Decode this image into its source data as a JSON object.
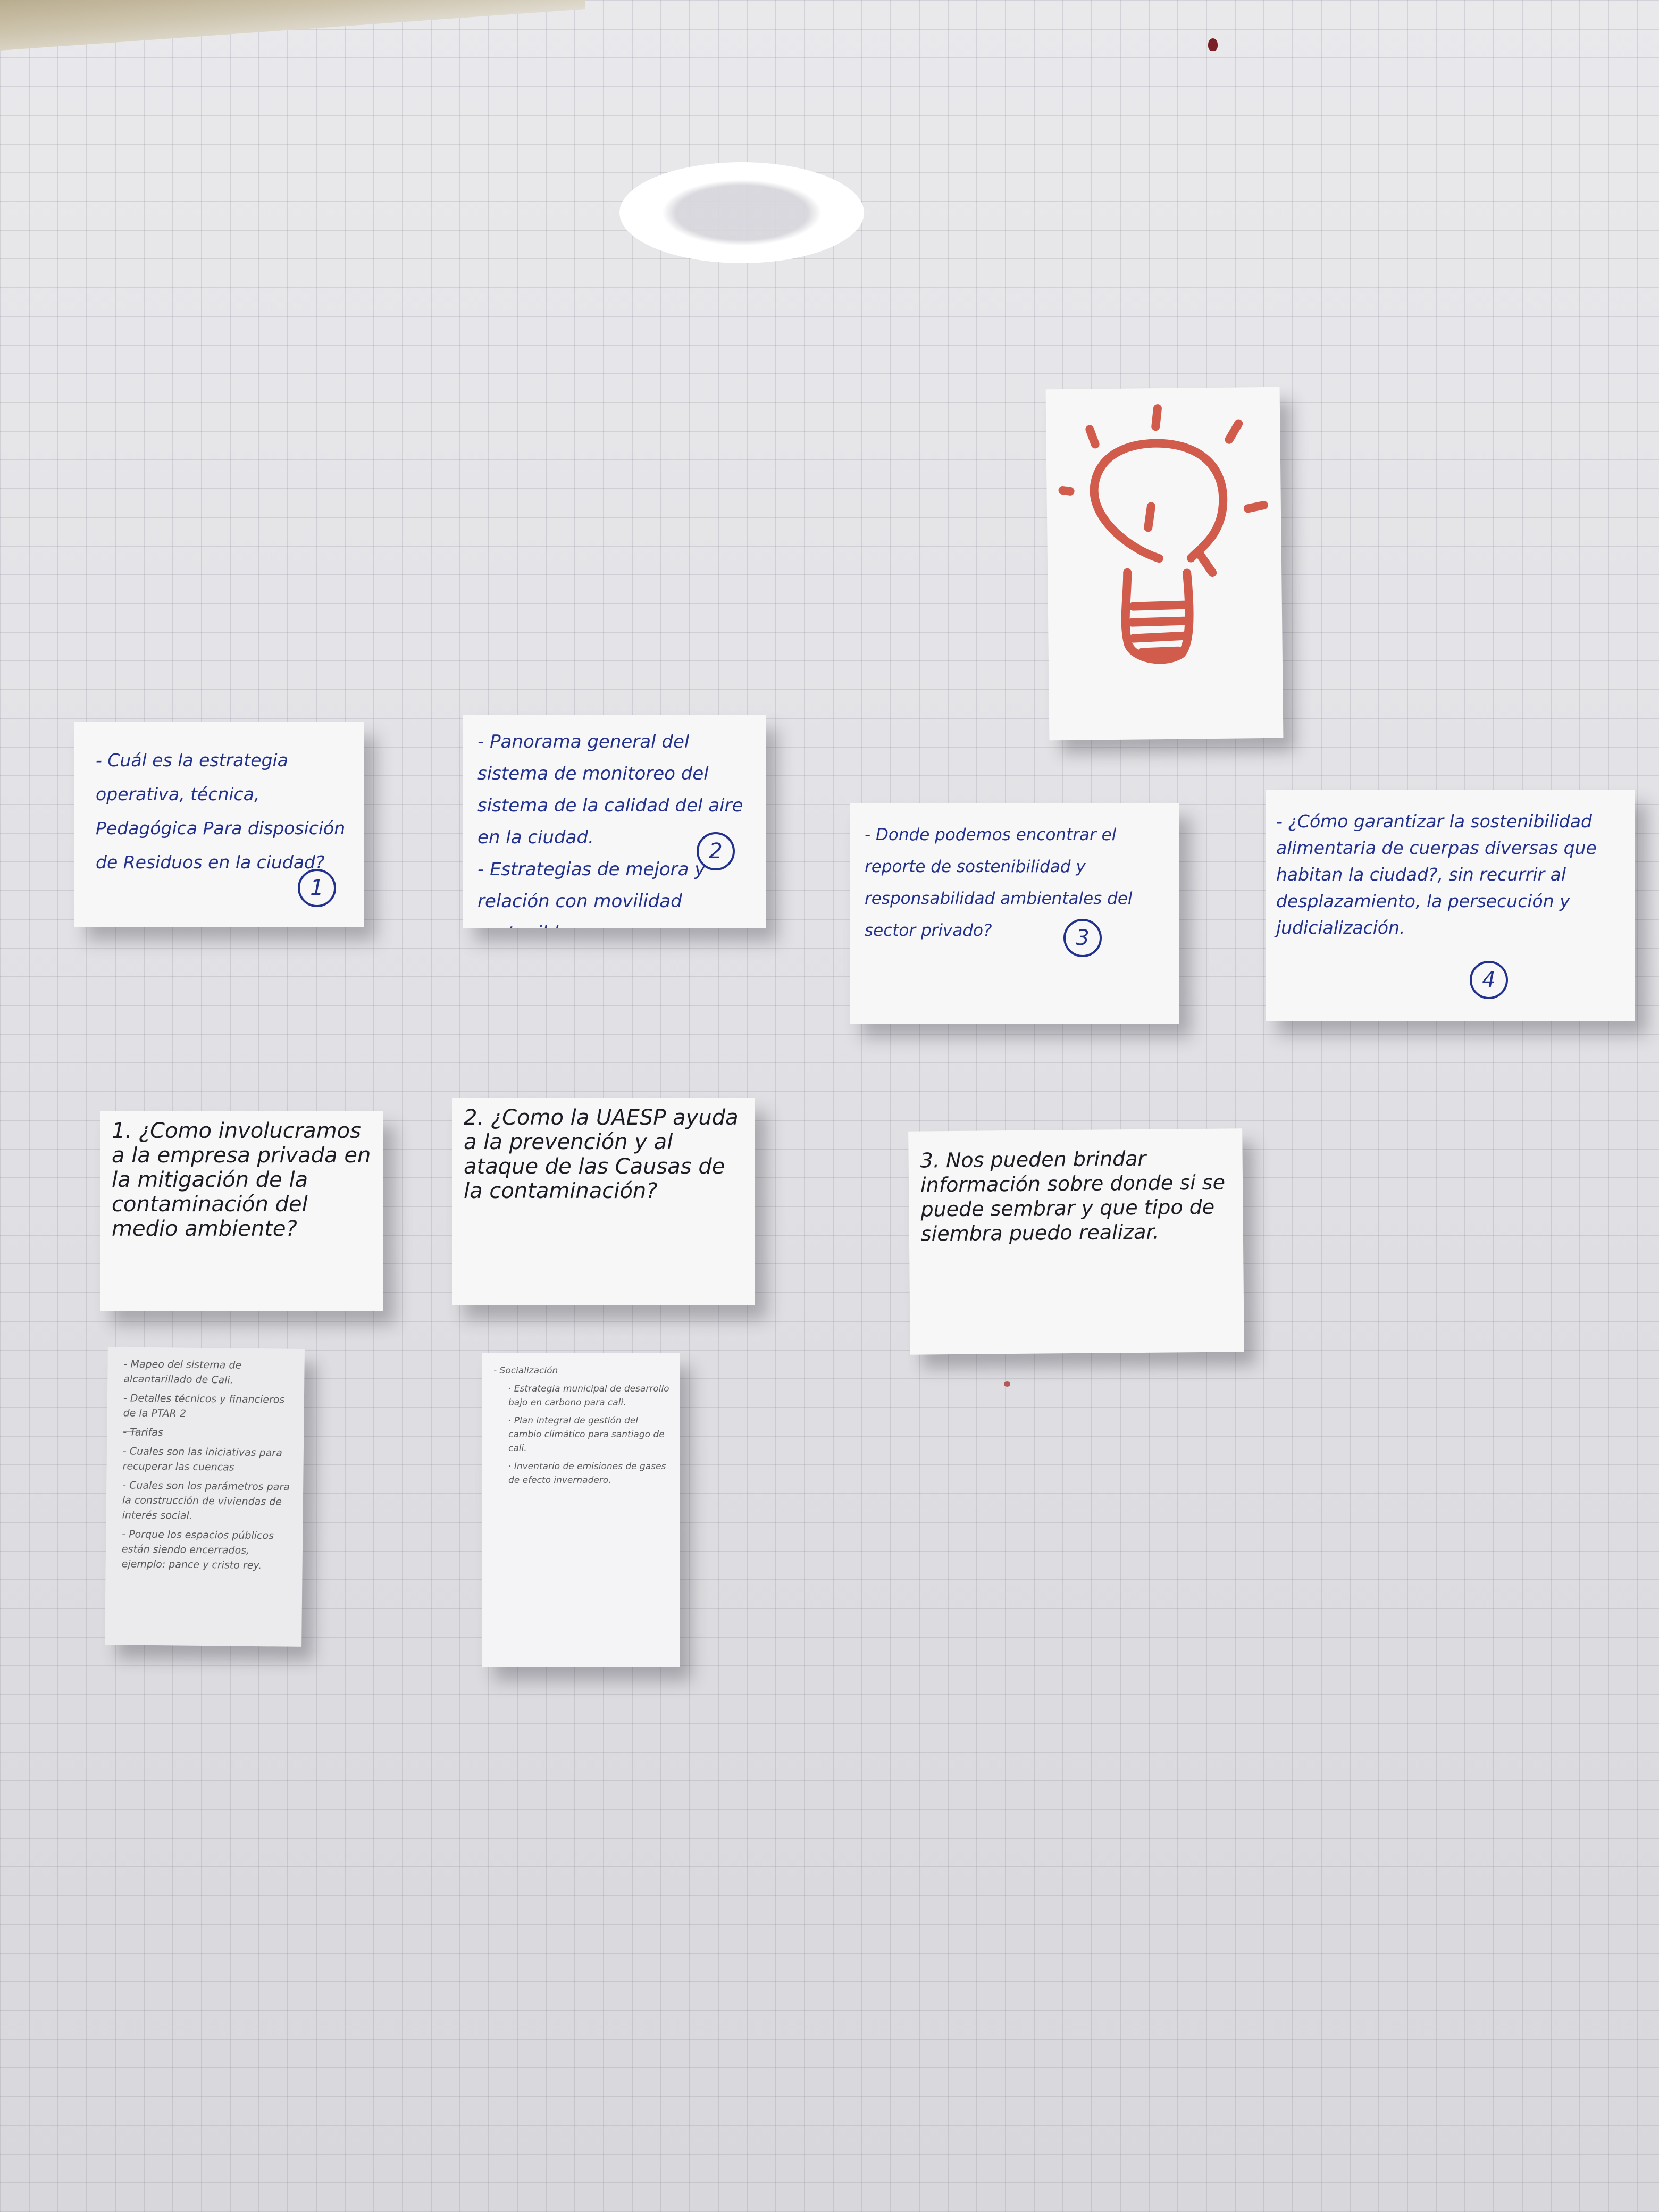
{
  "colors": {
    "marker_blue": "#22308e",
    "marker_black": "#1c1c24",
    "pencil_grey": "#5a5a5a",
    "bulb_red": "#d25c4c"
  },
  "icons": {
    "bulb": "lightbulb-icon"
  },
  "cards": {
    "c1": {
      "text": "- Cuál es la estrategia operativa, técnica, Pedagógica Para disposición de Residuos en la ciudad?",
      "number": "1"
    },
    "c2": {
      "text": "- Panorama general del sistema de monitoreo del sistema de la calidad del aire en la ciudad.",
      "number": "2",
      "text2": "- Estrategias de mejora y relación con movilidad sostenible."
    },
    "c3": {
      "text": "- Donde podemos encontrar el reporte de sostenibilidad y responsabilidad ambientales del sector privado?",
      "number": "3"
    },
    "c4": {
      "text": "- ¿Cómo garantizar la sostenibilidad alimentaria de cuerpas diversas que habitan la ciudad?, sin recurrir al desplazamiento, la persecución y judicialización.",
      "number": "4"
    }
  },
  "questions": {
    "q1": "1. ¿Como involucramos a la empresa privada en la mitigación de la contaminación del medio ambiente?",
    "q2": "2. ¿Como la UAESP ayuda a la prevención y al ataque de las Causas de la contaminación?",
    "q3": "3. Nos pueden brindar información sobre donde si se puede sembrar y que tipo de siembra puedo realizar."
  },
  "notes": {
    "n1": [
      "- Mapeo del sistema de alcantarillado de Cali.",
      "- Detalles técnicos y financieros de la PTAR 2",
      "- Tarifas",
      "- Cuales son las iniciativas para recuperar las cuencas",
      "- Cuales son los parámetros para la construcción de viviendas de interés social.",
      "- Porque los espacios públicos están siendo encerrados, ejemplo: pance y cristo rey."
    ],
    "n2_title": "- Socialización",
    "n2_items": [
      "· Estrategia municipal de desarrollo bajo en carbono para cali.",
      "· Plan integral de gestión del cambio climático para santiago de cali.",
      "· Inventario de emisiones de gases de efecto invernadero."
    ]
  }
}
